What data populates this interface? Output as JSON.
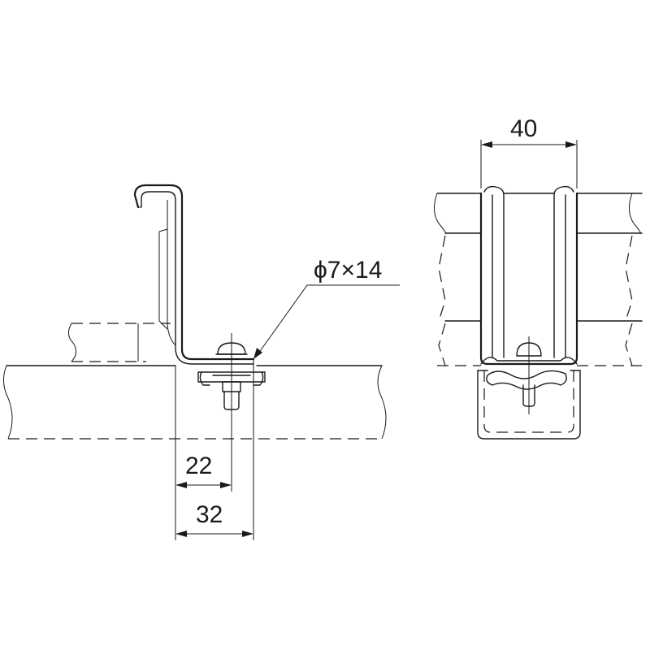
{
  "dimensions": {
    "width_top": "40",
    "bolt_spec": "ϕ7×14",
    "offset_short": "22",
    "offset_long": "32"
  }
}
